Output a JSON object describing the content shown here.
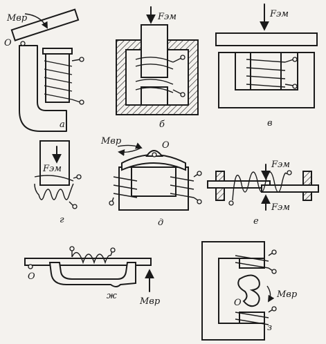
{
  "panels": [
    {
      "id": "a",
      "sub_label": "а",
      "force": "Mвр",
      "pivot": "O"
    },
    {
      "id": "b",
      "sub_label": "б",
      "force": "Fэм"
    },
    {
      "id": "v",
      "sub_label": "в",
      "force": "Fэм"
    },
    {
      "id": "g",
      "sub_label": "г",
      "force": "Fэм"
    },
    {
      "id": "d",
      "sub_label": "д",
      "force": "Mвр",
      "pivot": "O"
    },
    {
      "id": "e",
      "sub_label": "е",
      "force_top": "Fэм",
      "force_bottom": "Fэм"
    },
    {
      "id": "zh",
      "sub_label": "ж",
      "force": "Mвр",
      "pivot": "O"
    },
    {
      "id": "z",
      "sub_label": "з",
      "force": "Mвр",
      "pivot": "O"
    }
  ]
}
